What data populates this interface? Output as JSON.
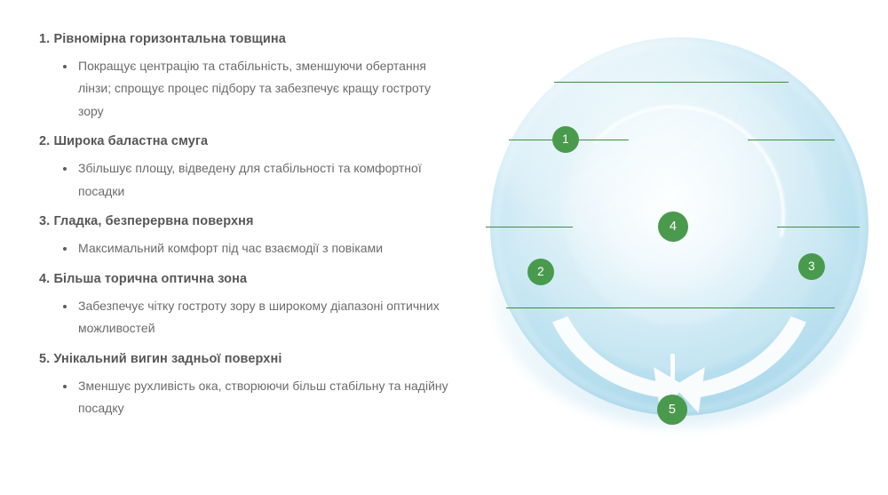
{
  "features": [
    {
      "number": "1.",
      "heading": "Рівномірна горизонтальна товщина",
      "bullets": [
        "Покращує центрацію та стабільність, зменшуючи обертання лінзи; спрощує процес підбору та забезпечує кращу гостроту зору"
      ]
    },
    {
      "number": "2.",
      "heading": "Широка баластна смуга",
      "bullets": [
        "Збільшує площу, відведену для стабільності та комфортної посадки"
      ]
    },
    {
      "number": "3.",
      "heading": "Гладка, безперервна поверхня",
      "bullets": [
        "Максимальний комфорт під час взаємодії з повіками"
      ]
    },
    {
      "number": "4.",
      "heading": "Більша торична оптична зона",
      "bullets": [
        "Забезпечує чітку гостроту зору в широкому діапазоні оптичних можливостей"
      ]
    },
    {
      "number": "5.",
      "heading": "Унікальний вигин задньої поверхні",
      "bullets": [
        "Зменшує рухливість ока, створюючи більш стабільну та надійну посадку"
      ]
    }
  ],
  "diagram": {
    "name": "contact-lens-cross-section",
    "badges": [
      {
        "id": "1",
        "label": "1"
      },
      {
        "id": "2",
        "label": "2"
      },
      {
        "id": "3",
        "label": "3"
      },
      {
        "id": "4",
        "label": "4"
      },
      {
        "id": "5",
        "label": "5"
      }
    ],
    "colors": {
      "badge_green": "#4a9a4d",
      "leader_line_green": "#3f8c43",
      "lens_light": "#eaf6fb",
      "lens_mid": "#c7e5f2",
      "lens_deep": "#a9d8ea",
      "arrow_white": "#ffffff"
    }
  }
}
